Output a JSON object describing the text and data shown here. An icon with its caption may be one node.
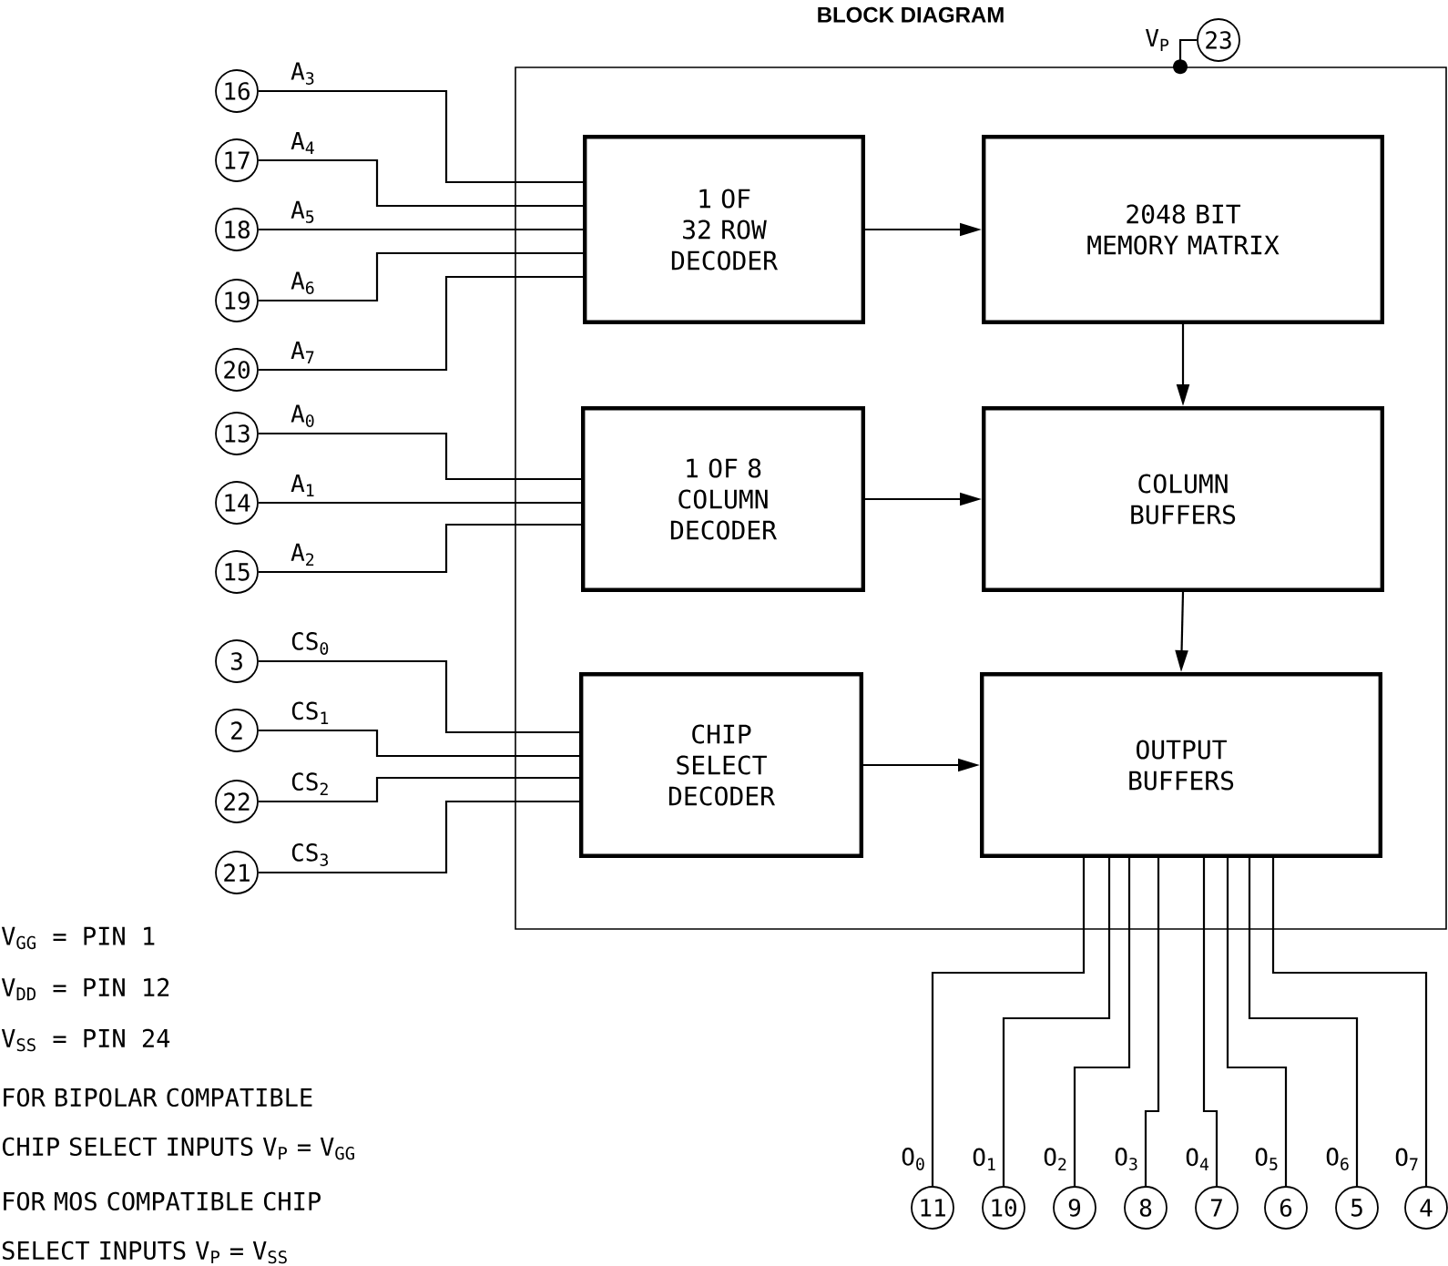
{
  "diagram": {
    "title": "BLOCK DIAGRAM",
    "nodes": [
      {
        "text": [],
        "shape": "box"
      },
      {
        "text": [
          "1 OF 32 ROW DECODER"
        ],
        "in": 0
      },
      {
        "text": [
          "2048 BIT MEMORY MATRIX"
        ],
        "in": 0
      },
      {
        "text": [
          "1 OF 8 COLUMN DECODER"
        ],
        "in": 0
      },
      {
        "text": [
          "COLUMN BUFFERS"
        ],
        "in": 0
      },
      {
        "text": [
          "CHIP SELECT DECODER"
        ],
        "in": 0
      },
      {
        "text": [
          "OUTPUT BUFFERS"
        ],
        "in": 0
      },
      {
        "text": [
          "23"
        ]
      },
      {
        "text": [
          "16"
        ]
      },
      {
        "text": [
          "17"
        ]
      },
      {
        "text": [
          "18"
        ]
      },
      {
        "text": [
          "19"
        ]
      },
      {
        "text": [
          "20"
        ]
      },
      {
        "text": [
          "13"
        ]
      },
      {
        "text": [
          "14"
        ]
      },
      {
        "text": [
          "15"
        ]
      },
      {
        "text": [
          "3"
        ]
      },
      {
        "text": [
          "2"
        ]
      },
      {
        "text": [
          "22"
        ]
      },
      {
        "text": [
          "21"
        ]
      },
      {
        "text": [
          "11"
        ]
      },
      {
        "text": [
          "10"
        ]
      },
      {
        "text": [
          "9"
        ]
      },
      {
        "text": [
          "8"
        ]
      },
      {
        "text": [
          "7"
        ]
      },
      {
        "text": [
          "6"
        ]
      },
      {
        "text": [
          "5"
        ]
      },
      {
        "text": [
          "4"
        ]
      }
    ],
    "edges": [
      {
        "from": 1,
        "to": 2,
        "arrow": "to"
      },
      {
        "from": 2,
        "to": 4,
        "arrow": "to"
      },
      {
        "from": 3,
        "to": 4,
        "arrow": "to"
      },
      {
        "from": 4,
        "to": 6,
        "arrow": "to"
      },
      {
        "from": 5,
        "to": 6,
        "arrow": "to"
      },
      {
        "from": 7,
        "to": 0,
        "arrow": "other",
        "label": "V$_{P}$"
      },
      {
        "from": 8,
        "to": 1,
        "arrow": "none",
        "label": "A$_{3}$"
      },
      {
        "from": 9,
        "to": 1,
        "arrow": "none",
        "label": "A$_{4}$"
      },
      {
        "from": 10,
        "to": 1,
        "arrow": "none",
        "label": "A$_{5}$"
      },
      {
        "from": 11,
        "to": 1,
        "arrow": "none",
        "label": "A$_{6}$"
      },
      {
        "from": 12,
        "to": 1,
        "arrow": "none",
        "label": "A$_{7}$"
      },
      {
        "from": 13,
        "to": 3,
        "arrow": "none",
        "label": "A$_{0}$"
      },
      {
        "from": 14,
        "to": 3,
        "arrow": "none",
        "label": "A$_{1}$"
      },
      {
        "from": 15,
        "to": 3,
        "arrow": "none",
        "label": "A$_{2}$"
      },
      {
        "from": 16,
        "to": 5,
        "arrow": "none",
        "label": "CS$_{0}$"
      },
      {
        "from": 17,
        "to": 5,
        "arrow": "none",
        "label": "CS$_{1}$"
      },
      {
        "from": 18,
        "to": 5,
        "arrow": "none",
        "label": "CS$_{2}$"
      },
      {
        "from": 19,
        "to": 5,
        "arrow": "none",
        "label": "CS$_{3}$"
      },
      {
        "from": 6,
        "to": 20,
        "arrow": "none",
        "label": "O$_{0}$"
      },
      {
        "from": 6,
        "to": 21,
        "arrow": "none",
        "label": "O$_{1}$"
      },
      {
        "from": 6,
        "to": 22,
        "arrow": "none",
        "label": "O$_{2}$"
      },
      {
        "from": 6,
        "to": 23,
        "arrow": "none",
        "label": "O$_{3}$"
      },
      {
        "from": 6,
        "to": 24,
        "arrow": "none",
        "label": "O$_{4}$"
      },
      {
        "from": 6,
        "to": 25,
        "arrow": "none",
        "label": "O$_{5}$"
      },
      {
        "from": 6,
        "to": 26,
        "arrow": "none",
        "label": "O$_{6}$"
      },
      {
        "from": 6,
        "to": 27,
        "arrow": "none",
        "label": "O$_{7}$"
      }
    ],
    "labels": [
      "V$_{GG}$ = PIN 1",
      "V$_{DD}$ = PIN 12",
      "V$_{SS}$ = PIN 24",
      "FOR BIPOLAR COMPATIBLE CHIP SELECT INPUTS V$_{P}$ = V$_{GG}$",
      "FOR MOS COMPATIBLE CHIP SELECT INPUTS V$_{P}$ = V$_{SS}$"
    ]
  }
}
